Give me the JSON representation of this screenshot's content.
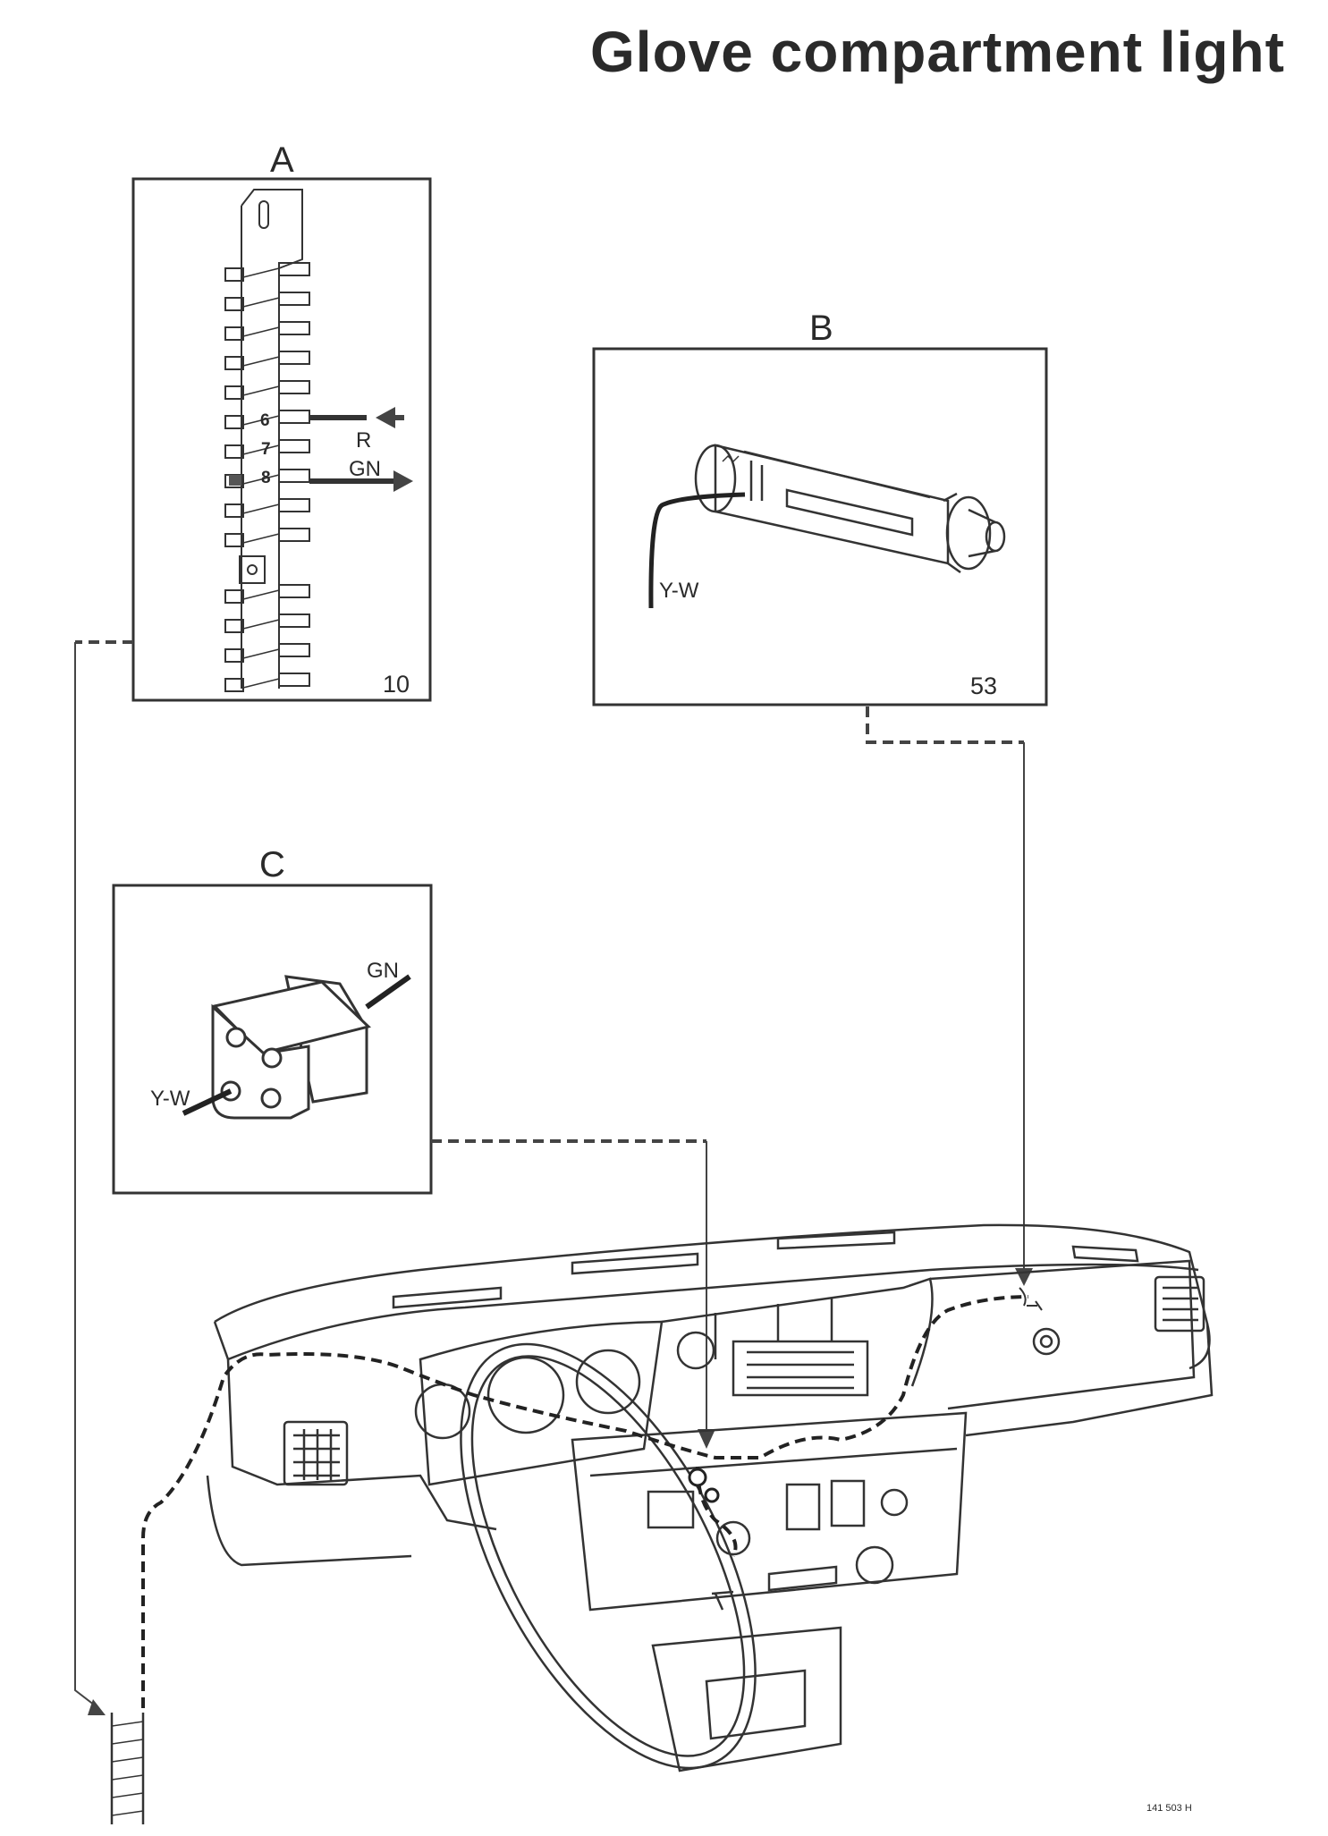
{
  "title": "Glove compartment light",
  "panel_a": {
    "letter": "A",
    "number": "10",
    "pins": [
      "6",
      "7",
      "8"
    ],
    "wires": [
      "R",
      "GN"
    ]
  },
  "panel_b": {
    "letter": "B",
    "number": "53",
    "wire": "Y-W"
  },
  "panel_c": {
    "letter": "C",
    "wire_left": "Y-W",
    "wire_right": "GN"
  },
  "figure_code": "141 503 H"
}
